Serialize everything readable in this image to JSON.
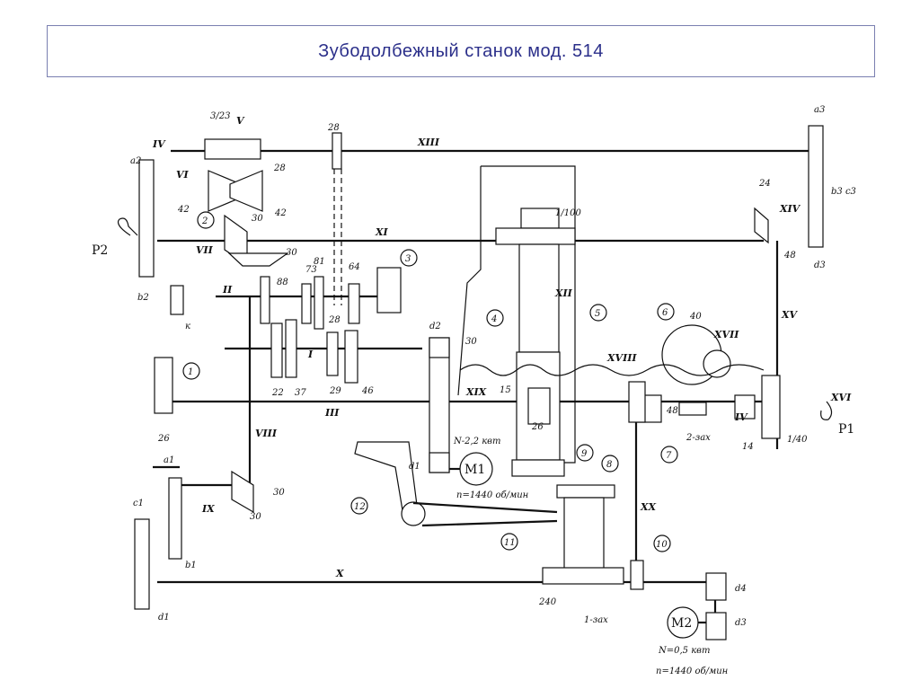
{
  "title": "Зубодолбежный станок мод. 514",
  "labels": {
    "roman": [
      "IV",
      "XIII",
      "V",
      "VI",
      "XI",
      "VII",
      "II",
      "VIII",
      "III",
      "I",
      "IX",
      "X",
      "XII",
      "XIV",
      "XV",
      "XVI",
      "XVII",
      "XVIII",
      "XIX",
      "XX",
      "IV"
    ],
    "gears": [
      "3/23",
      "28",
      "42",
      "42",
      "30",
      "28",
      "30",
      "73",
      "81",
      "64",
      "88",
      "28",
      "22",
      "37",
      "29",
      "46",
      "26",
      "30",
      "15",
      "26",
      "1/100",
      "40",
      "48",
      "2-зах",
      "14",
      "1/40",
      "24",
      "48",
      "30",
      "30",
      "240",
      "1-зах"
    ],
    "letters": [
      "a2",
      "b2",
      "к",
      "a1",
      "b1",
      "c1",
      "d1",
      "d2",
      "d1",
      "a3",
      "b3 c3",
      "d3",
      "d4",
      "d3"
    ],
    "circles": [
      "1",
      "2",
      "3",
      "4",
      "5",
      "6",
      "7",
      "8",
      "9",
      "10",
      "11",
      "12"
    ],
    "p2": "P2",
    "p1": "P1",
    "m1": "M1",
    "m2": "M2",
    "motor1_power": "N-2,2 квт",
    "motor1_speed": "n=1440 об/мин",
    "motor2_power": "N=0,5 квт",
    "motor2_speed": "n=1440 об/мин"
  }
}
